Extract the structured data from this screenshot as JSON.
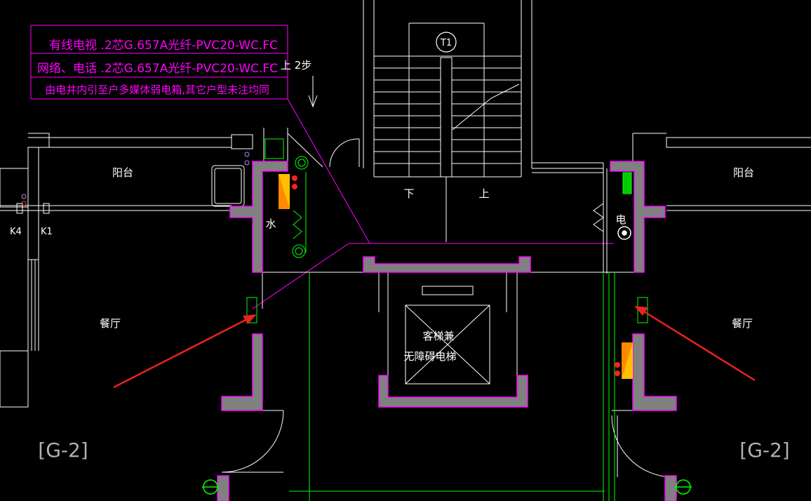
{
  "drawing": {
    "background": "#000000",
    "colors": {
      "wall_fill": "#808080",
      "wall_outline": "#ff00ff",
      "line_white": "#ffffff",
      "annotation_magenta": "#ff00ff",
      "pipe_green": "#00ff00",
      "arrow_red": "#e8231f",
      "box_yellow": "#ffc000",
      "device_red": "#ff2020"
    },
    "notes": {
      "line1": "有线电视 .2芯G.657A光纤-PVC20-WC.FC",
      "line2": "网络、电话 .2芯G.657A光纤-PVC20-WC.FC",
      "line3": "由电井内引至户多媒体弱电箱,其它户型未注均同"
    },
    "stair": {
      "tag": "T1",
      "up_steps": "上 2步",
      "down": "下",
      "up": "上"
    },
    "rooms": {
      "balcony_left": "阳台",
      "balcony_right": "阳台",
      "dining_left": "餐厅",
      "dining_right": "餐厅",
      "water_shaft": "水",
      "electric_shaft": "电"
    },
    "elevator": {
      "line1": "客梯兼",
      "line2": "无障碍电梯"
    },
    "switches": {
      "k4": "K4",
      "k1": "K1"
    },
    "unit_tags": {
      "left": "[G-2]",
      "right": "[G-2]"
    },
    "icons": [
      "red-arrow-icon",
      "red-arrow-icon",
      "fire-hydrant-icon",
      "weak-current-box-icon",
      "door-swing-icon"
    ]
  }
}
